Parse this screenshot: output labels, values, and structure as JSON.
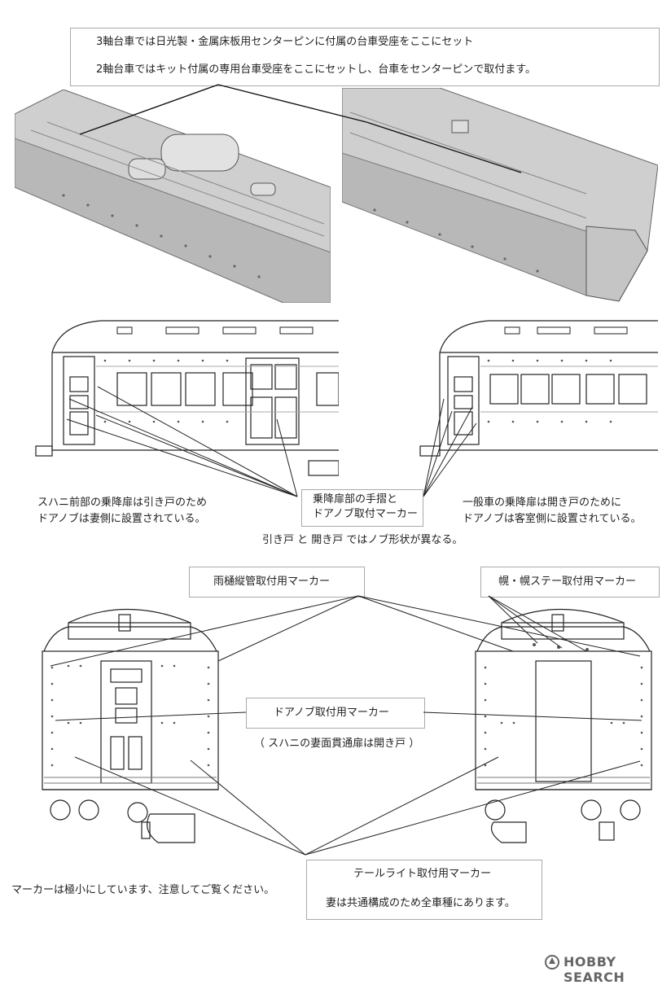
{
  "top_note": {
    "line1": "3軸台車では日光製・金属床板用センターピンに付属の台車受座をここにセット",
    "line2": "2軸台車ではキット付属の専用台車受座をここにセットし、台車をセンターピンで取付ます。"
  },
  "side_section": {
    "left_caption_1": "スハニ前部の乗降扉は引き戸のため",
    "left_caption_2": "ドアノブは妻側に設置されている。",
    "center_label_1": "乗降扉部の手摺と",
    "center_label_2": "ドアノブ取付マーカー",
    "right_caption_1": "一般車の乗降扉は開き戸のために",
    "right_caption_2": "ドアノブは客室側に設置されている。",
    "note": "引き戸 と 開き戸 ではノブ形状が異なる。"
  },
  "end_section": {
    "rain_gutter_label": "雨樋縦管取付用マーカー",
    "hood_label": "幌・幌ステー取付用マーカー",
    "door_knob_label": "ドアノブ取付用マーカー",
    "door_knob_note": "（ スハニの妻面貫通扉は開き戸 ）",
    "taillight_label_1": "テールライト取付用マーカー",
    "taillight_label_2": "妻は共通構成のため全車種にあります。",
    "marker_warning": "マーカーは極小にしています、注意してご覧ください。"
  },
  "watermark": {
    "brand": "HOBBY SEARCH"
  }
}
